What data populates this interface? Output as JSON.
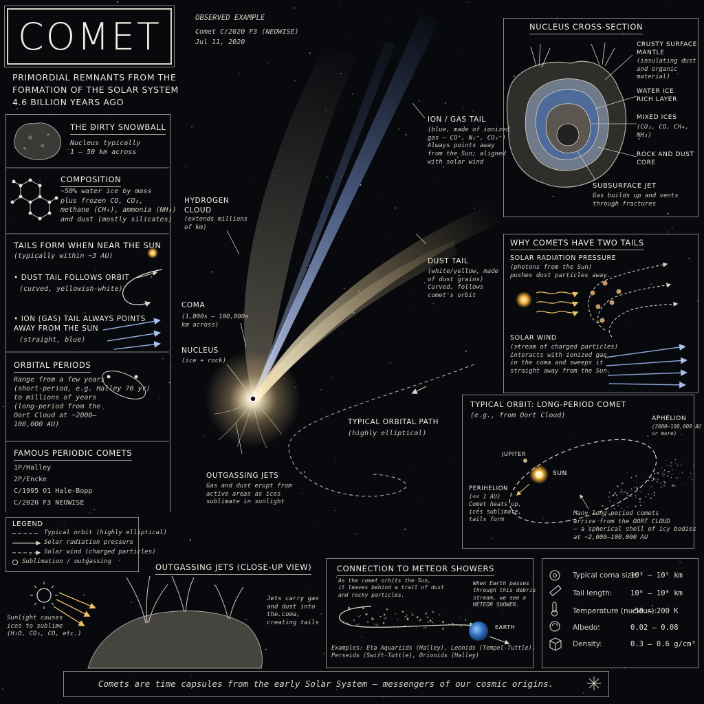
{
  "title": "COMET",
  "subtitle": "Primordial remnants from the\nformation of the solar system\n4.6 billion years ago",
  "observed": {
    "heading": "OBSERVED EXAMPLE",
    "name": "Comet C/2020 F3 (NEOWISE)",
    "date": "Jul 11, 2020"
  },
  "dirty_snowball": {
    "heading": "THE DIRTY SNOWBALL",
    "text": "Nucleus typically\n1 – 50 km across"
  },
  "composition": {
    "heading": "COMPOSITION",
    "text": "~50% water ice by mass\nplus frozen CO, CO₂,\nmethane (CH₄), ammonia (NH₃)\nand dust (mostly silicates)"
  },
  "tails_form": {
    "heading": "TAILS FORM WHEN NEAR THE SUN",
    "note": "(typically within ~3 AU)",
    "dust_head": "• DUST TAIL FOLLOWS ORBIT",
    "dust_note": "(curved, yellowish-white)",
    "ion_head": "• ION (GAS) TAIL ALWAYS POINTS\n  AWAY FROM THE SUN",
    "ion_note": "(straight, blue)"
  },
  "orbital_periods": {
    "heading": "ORBITAL PERIODS",
    "text": "Range from a few years\n(short-period, e.g. Halley 76 yr)\nto millions of years\n(long-period from the\nOort Cloud at ~2000–\n100,000 AU)"
  },
  "famous": {
    "heading": "FAMOUS PERIODIC COMETS",
    "items": [
      "1P/Halley",
      "2P/Encke",
      "C/1995 O1 Hale-Bopp",
      "C/2020 F3 NEOWISE"
    ]
  },
  "legend": {
    "heading": "LEGEND",
    "items": [
      "Typical orbit (highly elliptical)",
      "Solar radiation pressure",
      "Solar wind (charged particles)",
      "Sublimation / outgassing"
    ]
  },
  "labels": {
    "ion_tail": "ION / GAS TAIL",
    "ion_tail_note": "(blue, made of ionized\ngas – CO⁺, N₂⁺, CO₂⁺)\nAlways points away\nfrom the Sun; aligned\nwith solar wind",
    "hydrogen": "HYDROGEN\nCLOUD",
    "hydrogen_note": "(extends millions\nof km)",
    "dust_tail": "DUST TAIL",
    "dust_tail_note": "(white/yellow, made\nof dust grains)\nCurved, follows\ncomet's orbit",
    "coma": "COMA",
    "coma_note": "(1,000s – 100,000s\nkm across)",
    "nucleus": "NUCLEUS",
    "nucleus_note": "(ice + rock)",
    "orbital_path": "TYPICAL ORBITAL PATH",
    "orbital_path_note": "(highly elliptical)",
    "jets": "OUTGASSING JETS",
    "jets_note": "Gas and dust erupt from\nactive areas as ices\nsublimate in sunlight"
  },
  "cross_section": {
    "heading": "NUCLEUS CROSS-SECTION",
    "crust": "CRUSTY SURFACE\nMANTLE",
    "crust_note": "(insulating dust\nand organic\nmaterial)",
    "water": "WATER ICE\nRICH LAYER",
    "mixed": "MIXED ICES",
    "mixed_note": "(CO₂, CO, CH₄,\nNH₃)",
    "core": "ROCK AND DUST\nCORE",
    "jet": "SUBSURFACE JET",
    "jet_note": "Gas builds up and vents\nthrough fractures"
  },
  "two_tails": {
    "heading": "WHY COMETS HAVE TWO TAILS",
    "pressure": "SOLAR RADIATION PRESSURE",
    "pressure_note": "(photons from the Sun)\npushes dust particles away.",
    "wind": "SOLAR WIND",
    "wind_note": "(stream of charged particles)\ninteracts with ionized gas\nin the coma and sweeps it\nstraight away from the Sun."
  },
  "typical_orbit": {
    "heading": "TYPICAL ORBIT: LONG-PERIOD COMET",
    "note": "(e.g., from Oort Cloud)",
    "aphelion": "APHELION",
    "aphelion_note": "(2000–100,000 AU\nor more)",
    "jupiter": "JUPITER",
    "sun": "SUN",
    "perihelion": "PERIHELION",
    "perihelion_note": "(<< 1 AU)\nComet heats up,\nices sublimate,\ntails form",
    "oort": "Many long-period comets\narrive from the OORT CLOUD\n– a spherical shell of icy bodies\nat ~2,000–100,000 AU"
  },
  "jets_closeup": {
    "heading": "OUTGASSING JETS (CLOSE-UP VIEW)",
    "sunlight": "Sunlight causes\nices to sublime\n(H₂O, CO₂, CO, etc.)",
    "jets": "Jets carry gas\nand dust into\nthe coma,\ncreating tails"
  },
  "meteor": {
    "heading": "CONNECTION TO METEOR SHOWERS",
    "text": "As the comet orbits the Sun,\nit leaves behind a trail of dust\nand rocky particles.",
    "earth_text": "When Earth passes\nthrough this debris\nstream, we see a\nMETEOR SHOWER.",
    "earth": "EARTH",
    "examples": "Examples: Eta Aquariids (Halley), Leonids (Tempel-Tuttle),\nPerseids (Swift-Tuttle), Orionids (Halley)"
  },
  "facts": [
    {
      "icon": "coma-size-icon",
      "label": "Typical coma size:",
      "value": "10³ – 10⁵ km"
    },
    {
      "icon": "ruler-icon",
      "label": "Tail length:",
      "value": "10⁶ – 10⁸ km"
    },
    {
      "icon": "thermometer-icon",
      "label": "Temperature (nucleus):",
      "value": "~50 – 200 K"
    },
    {
      "icon": "albedo-icon",
      "label": "Albedo:",
      "value": "0.02 – 0.08"
    },
    {
      "icon": "cube-icon",
      "label": "Density:",
      "value": "0.3 – 0.6 g/cm³"
    }
  ],
  "footer": "Comets are time capsules from the early Solar System — messengers of our cosmic origins.",
  "colors": {
    "background": "#07090d",
    "ion_tail": "#7f9ad8",
    "dust_tail": "#e9d3a3",
    "sun": "#f2b33d",
    "line": "#8a8a84"
  }
}
